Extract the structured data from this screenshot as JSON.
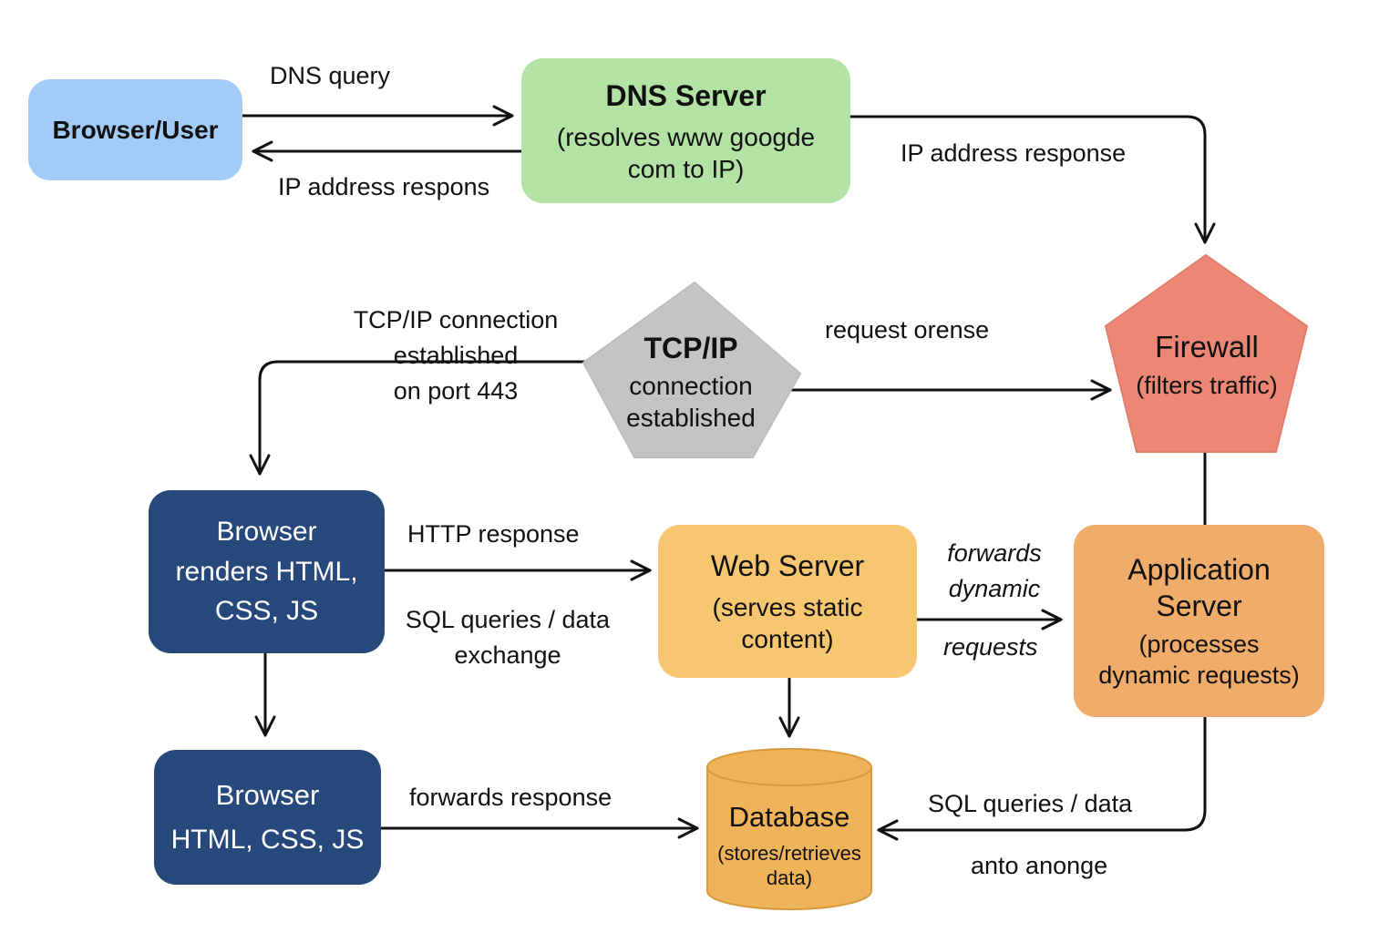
{
  "nodes": {
    "browser_user": {
      "title": "Browser/User",
      "color": "#a3cbf8"
    },
    "dns_server": {
      "title": "DNS Server",
      "subtitle_1": "(resolves www googde",
      "subtitle_2": "com to IP)",
      "color": "#b2e2a4"
    },
    "tcp_ip": {
      "title": "TCP/IP",
      "subtitle_1": "connection",
      "subtitle_2": "established",
      "color": "#c4c4c4"
    },
    "firewall": {
      "title": "Firewall",
      "subtitle": "(filters traffic)",
      "color": "#ec8775"
    },
    "browser_renders": {
      "line_1": "Browser",
      "line_2": "renders HTML,",
      "line_3": "CSS, JS",
      "color": "#27487a"
    },
    "web_server": {
      "title": "Web Server",
      "subtitle_1": "(serves static",
      "subtitle_2": "content)",
      "color": "#f7c671"
    },
    "app_server": {
      "title_1": "Application",
      "title_2": "Server",
      "subtitle_1": "(processes",
      "subtitle_2": "dynamic requests)",
      "color": "#f0ac6a"
    },
    "browser_html": {
      "line_1": "Browser",
      "line_2": "HTML, CSS, JS",
      "color": "#27487a"
    },
    "database": {
      "title": "Database",
      "subtitle_1": "(stores/retrieves",
      "subtitle_2": "data)",
      "color": "#efb45a"
    }
  },
  "edges": {
    "dns_query": "DNS query",
    "ip_respons": "IP address respons",
    "ip_response": "IP address response",
    "tcp_established": [
      "TCP/IP connection",
      "established",
      "on port 443"
    ],
    "request_orense": "request orense",
    "http_response": "HTTP response",
    "sql_exchange": [
      "SQL queries / data",
      "exchange"
    ],
    "forwards_dynamic": [
      "forwards",
      "dynamic"
    ],
    "requests": "requests",
    "forwards_response": "forwards response",
    "sql_data": "SQL queries / data",
    "anto_anonge": "anto anonge"
  }
}
